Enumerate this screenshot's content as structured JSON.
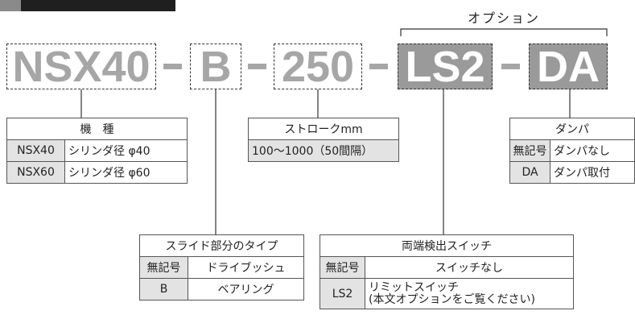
{
  "option_label": "オプション",
  "codes": [
    "NSX40",
    "B",
    "250",
    "LS2",
    "DA"
  ],
  "model_table": {
    "header": "機　種",
    "rows": [
      {
        "code": "NSX40",
        "desc": "シリンダ径 φ40"
      },
      {
        "code": "NSX60",
        "desc": "シリンダ径 φ60"
      }
    ]
  },
  "stroke_table": {
    "header": "ストロークmm",
    "value": "100〜1000（50間隔）"
  },
  "slide_table": {
    "header": "スライド部分のタイプ",
    "rows": [
      {
        "code": "無記号",
        "desc": "ドライブッシュ"
      },
      {
        "code": "B",
        "desc": "ベアリング"
      }
    ]
  },
  "switch_table": {
    "header": "両端検出スイッチ",
    "rows": [
      {
        "code": "無記号",
        "desc_line1": "スイッチなし",
        "desc_line2": ""
      },
      {
        "code": "LS2",
        "desc_line1": "リミットスイッチ",
        "desc_line2": "(本文オプションをご覧ください)"
      }
    ]
  },
  "damper_table": {
    "header": "ダンパ",
    "rows": [
      {
        "code": "無記号",
        "desc": "ダンパなし"
      },
      {
        "code": "DA",
        "desc": "ダンパ取付"
      }
    ]
  },
  "colors": {
    "code_light_text": "#a6a6a6",
    "code_dark_bg": "#9a9a9a",
    "table_shade": "#e3e3e3",
    "line": "#333333"
  }
}
